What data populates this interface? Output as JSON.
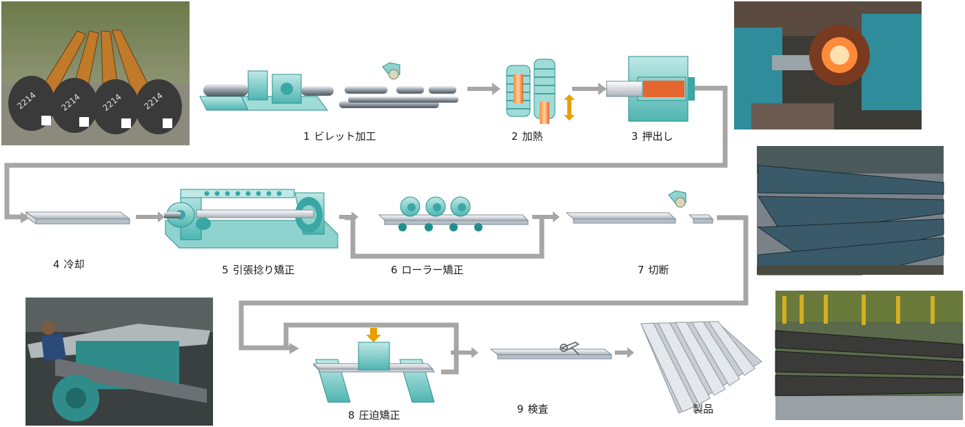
{
  "steps": [
    {
      "num": "1",
      "label": "ビレット加工"
    },
    {
      "num": "2",
      "label": "加熱"
    },
    {
      "num": "3",
      "label": "押出し"
    },
    {
      "num": "4",
      "label": "冷却"
    },
    {
      "num": "5",
      "label": "引張捻り矯正"
    },
    {
      "num": "6",
      "label": "ローラー矯正"
    },
    {
      "num": "7",
      "label": "切断"
    },
    {
      "num": "8",
      "label": "圧迫矯正"
    },
    {
      "num": "9",
      "label": "検査"
    }
  ],
  "product_label": "製品",
  "billet_markings": [
    "2214",
    "2214",
    "2214",
    "2214"
  ],
  "colors": {
    "flow_line": "#a6a6a6",
    "machine": "#8fd3cf",
    "machine_dark": "#3aa7a5",
    "steel": "#c9ced3",
    "heat": "#e4652e",
    "arrow_accent": "#e8a000"
  }
}
